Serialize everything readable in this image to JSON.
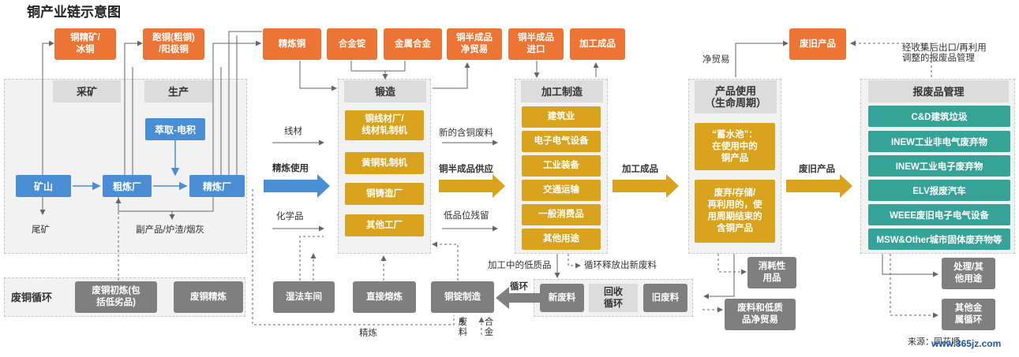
{
  "title": "铜产业链示意图",
  "source": "来源：同花顺",
  "watermark": "www.365jz.com",
  "sections": {
    "mining": "采矿",
    "production": "生产",
    "forging": "锻造",
    "processing": "加工制造",
    "product_use": "产品使用\n（生命周期）",
    "scrap_mgmt": "报废品管理",
    "scrap_cycle": "废铜循环",
    "recycle_loop": "回收\n循环"
  },
  "top_boxes": {
    "concentrate": "铜精矿/\n冰铜",
    "blister": "跑铜(粗铜)\n/阳极铜",
    "refined": "精炼铜",
    "alloy_ingot": "合金锭",
    "metal_alloy": "金属合金",
    "semi_net_trade": "铜半成品\n净贸易",
    "semi_import": "铜半成品\n进口",
    "processed": "加工成品",
    "scrap_product": "废旧产品"
  },
  "flow_nodes": {
    "mine": "矿山",
    "smelter": "粗炼厂",
    "refinery": "精炼厂",
    "sxew": "萃取-电积"
  },
  "forging_items": [
    "铜线材厂/\n线材轧制机",
    "黄铜轧制机",
    "铜铸造厂",
    "其他工厂"
  ],
  "processing_items": [
    "建筑业",
    "电子电气设备",
    "工业装备",
    "交通运输",
    "一般消费品",
    "其他用途"
  ],
  "use_items": [
    "“蓄水池”：\n在使用中的\n铜产品",
    "废弃/存储/\n再利用的，使\n用周期结束的\n含铜产品"
  ],
  "scrap_items": [
    "C&D建筑垃圾",
    "INEW工业非电气废弃物",
    "INEW工业电子废弃物",
    "ELV报废汽车",
    "WEEE废旧电子电气设备",
    "MSW&Other城市固体废弃物等"
  ],
  "cycle_boxes": {
    "scrap_primary": "废铜初炼(包\n括低劣品)",
    "scrap_refine": "废铜精炼",
    "wet_workshop": "湿法车间",
    "direct_melt": "直接熔炼",
    "ingot_making": "铜锭制造",
    "new_scrap": "新废料",
    "old_scrap": "旧废料",
    "consumables": "消耗性\n用品",
    "scrap_trade": "废料和低质\n品净贸易",
    "disposal": "处理/其\n他用途",
    "other_metal": "其他金\n属循环"
  },
  "labels": {
    "tailings": "尾矿",
    "byproducts": "副产品/炉渣/烟灰",
    "wire": "线材",
    "refined_use": "精炼使用",
    "chemicals": "化学品",
    "new_scrap_in": "新的含铜废料",
    "semi_supply": "铜半成品供应",
    "low_residue": "低品位残留",
    "processed_out": "加工成品",
    "scrap_out": "废旧产品",
    "net_trade": "净贸易",
    "export_reuse": "经收集后出口/再利用\n调整的报废品管理",
    "low_quality": "加工中的低质品",
    "cycle_release": "循环释放出新废料",
    "cycle": "循环",
    "refining": "精炼",
    "scrap": "废\n料",
    "alloy": "合\n金"
  },
  "colors": {
    "orange": "#ec7434",
    "gold": "#d9a31e",
    "blue": "#4a8fd6",
    "teal": "#35a398",
    "gray": "#7f7f7f"
  }
}
